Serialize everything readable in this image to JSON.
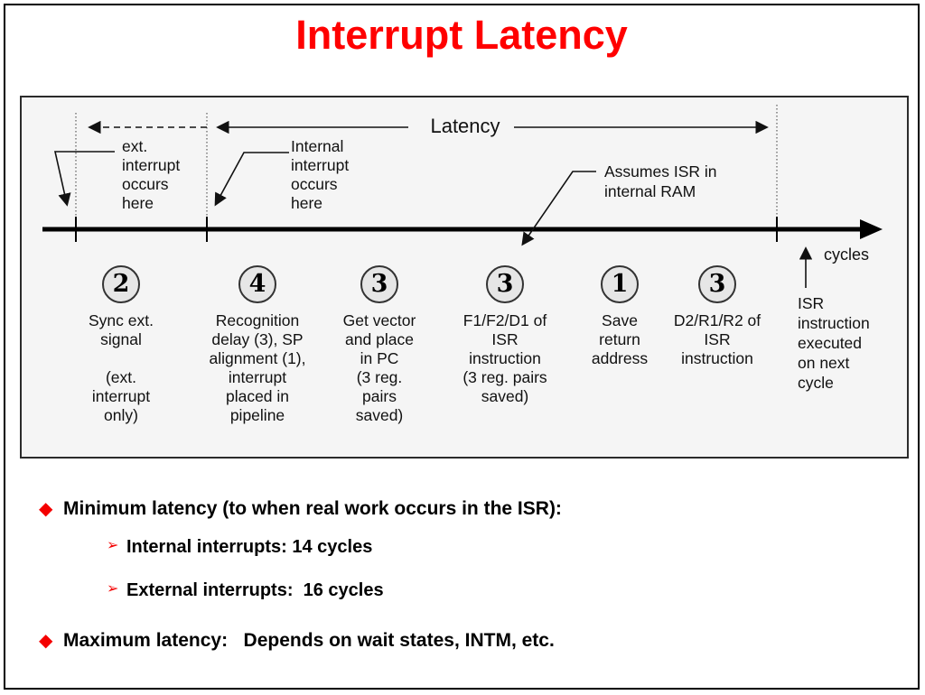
{
  "slide": {
    "title": "Interrupt Latency"
  },
  "colors": {
    "title_red": "#ff0000",
    "marker_red": "#f40000",
    "box_bg": "#f5f5f5",
    "circle_fill": "#e6e6e6"
  },
  "diagram": {
    "latency_label": "Latency",
    "cycles_label": "cycles",
    "annotations": {
      "ext_interrupt": "ext.\ninterrupt\noccurs\nhere",
      "internal_interrupt": "Internal\ninterrupt\noccurs\nhere",
      "assumes_isr": "Assumes ISR in\ninternal RAM",
      "isr_executed": "ISR\ninstruction\nexecuted\non next\ncycle"
    },
    "stages": [
      {
        "cycles": "2",
        "label": "Sync ext.\nsignal\n\n(ext.\ninterrupt\nonly)"
      },
      {
        "cycles": "4",
        "label": "Recognition\ndelay (3), SP\nalignment (1),\ninterrupt\nplaced in\npipeline"
      },
      {
        "cycles": "3",
        "label": "Get vector\nand place\nin PC\n(3 reg.\npairs\nsaved)"
      },
      {
        "cycles": "3",
        "label": "F1/F2/D1 of\nISR\ninstruction\n(3 reg. pairs\nsaved)"
      },
      {
        "cycles": "1",
        "label": "Save\nreturn\naddress"
      },
      {
        "cycles": "3",
        "label": "D2/R1/R2 of\nISR\ninstruction"
      }
    ]
  },
  "bullets": [
    {
      "level": 1,
      "text": "Minimum latency (to when real work occurs in the ISR):"
    },
    {
      "level": 2,
      "text": "Internal interrupts: 14 cycles"
    },
    {
      "level": 2,
      "text": "External interrupts:  16 cycles"
    },
    {
      "level": 1,
      "text": "Maximum latency:   Depends on wait states, INTM, etc."
    }
  ]
}
